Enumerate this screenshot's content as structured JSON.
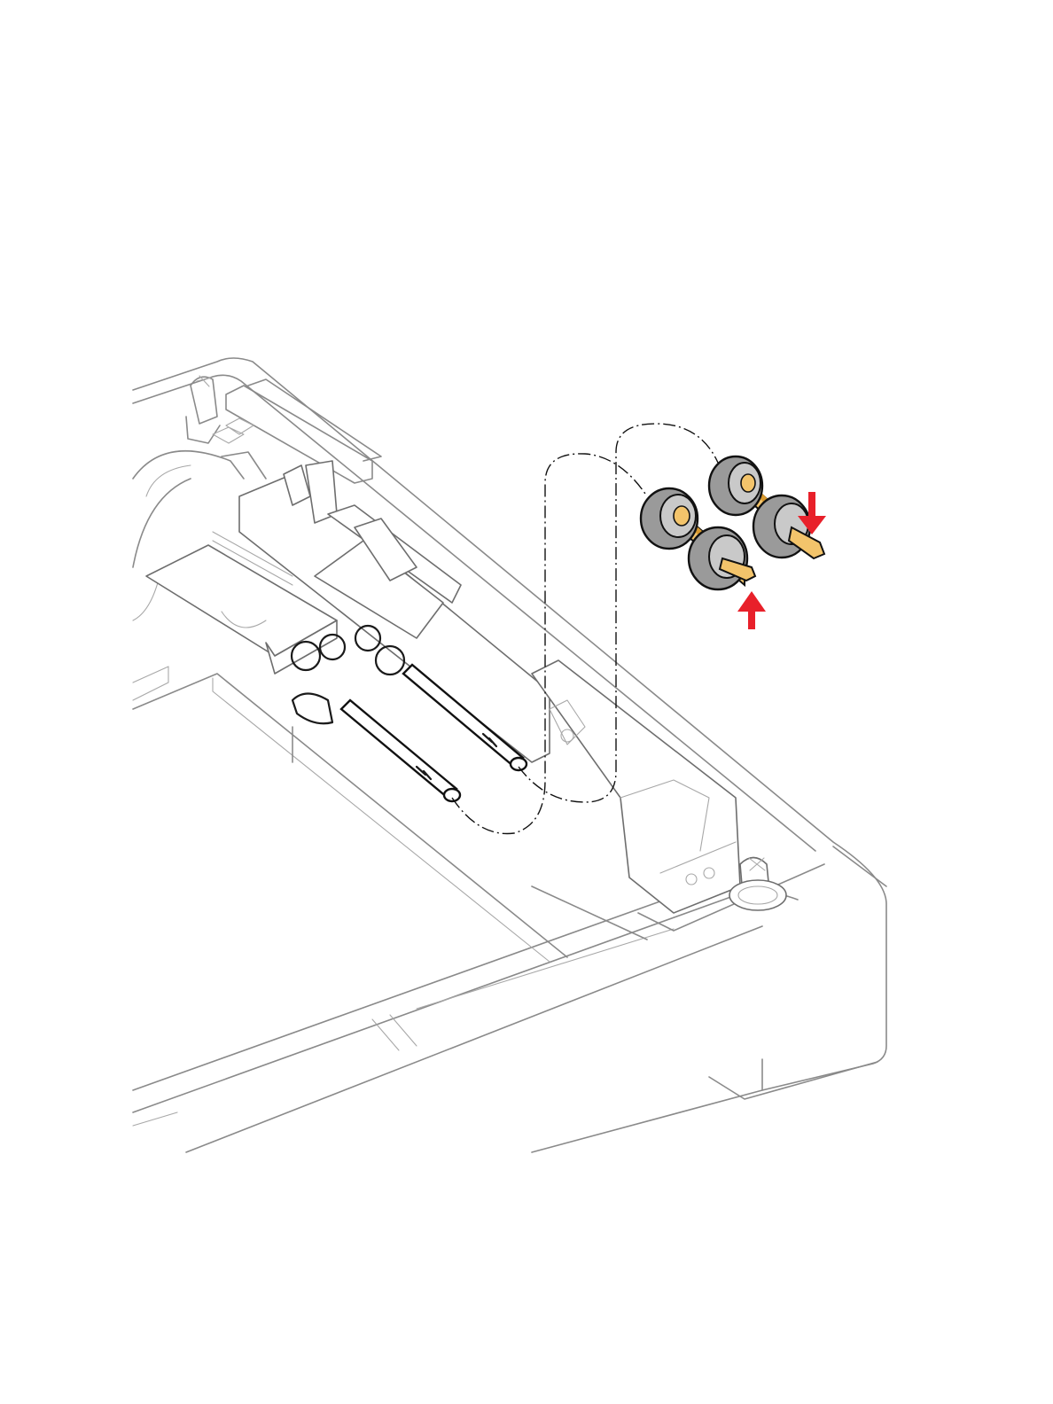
{
  "figure": {
    "subject": "feed-roller-replacement",
    "parts": [
      "paper-tray-base",
      "feed-shafts",
      "feed-roller-assembly-1",
      "feed-roller-assembly-2"
    ],
    "arrows": [
      "arrow-down",
      "arrow-up"
    ]
  },
  "colors": {
    "roller_tire": "#9a9a9a",
    "roller_tire_inner": "#c9c9c9",
    "roller_core": "#f3c46b",
    "roller_core_shade": "#d99a2e",
    "arrow": "#e8202a",
    "outline": "#111111",
    "tray_line": "#8a8a8a"
  }
}
